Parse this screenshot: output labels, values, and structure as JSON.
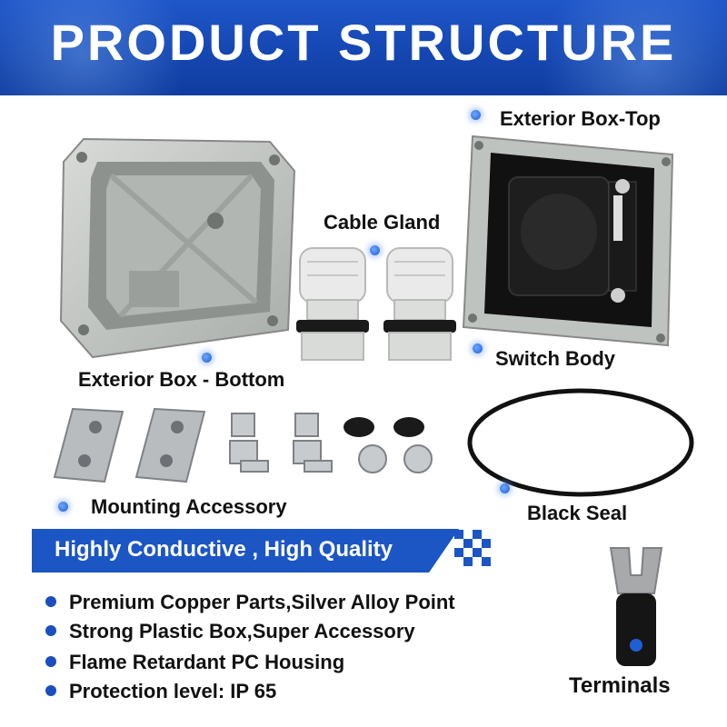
{
  "title": "PRODUCT STRUCTURE",
  "labels": {
    "exterior_top": "Exterior Box-Top",
    "cable_gland": "Cable Gland",
    "switch_body": "Switch Body",
    "exterior_bottom": "Exterior Box - Bottom",
    "mounting": "Mounting Accessory",
    "black_seal": "Black Seal",
    "terminals": "Terminals"
  },
  "banner": "Highly Conductive , High Quality",
  "features": [
    "Premium Copper Parts,Silver Alloy Point",
    "Strong Plastic Box,Super Accessory",
    "Flame Retardant PC Housing",
    "Protection level: IP 65"
  ],
  "colors": {
    "header": "#1547b2",
    "accent": "#1c55c4",
    "text": "#111111"
  }
}
